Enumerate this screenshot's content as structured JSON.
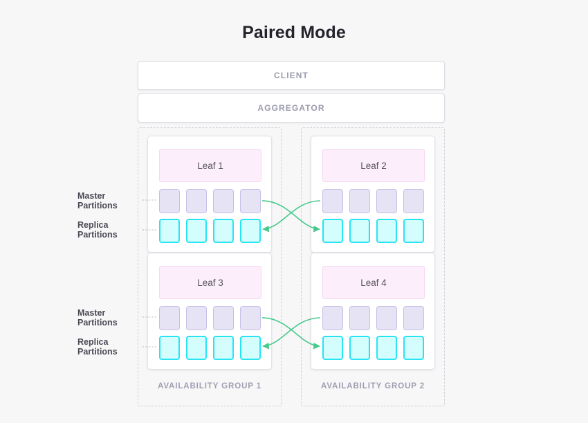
{
  "title": "Paired Mode",
  "topbars": [
    {
      "name": "client",
      "label": "CLIENT"
    },
    {
      "name": "aggregator",
      "label": "AGGREGATOR"
    }
  ],
  "annotations": {
    "master_line1": "Master",
    "master_line2": "Partitions",
    "replica_line1": "Replica",
    "replica_line2": "Partitions"
  },
  "groups": [
    {
      "label": "AVAILABILITY GROUP 1",
      "leaves": [
        {
          "label": "Leaf 1",
          "masters": 4,
          "replicas": 4
        },
        {
          "label": "Leaf 3",
          "masters": 4,
          "replicas": 4
        }
      ]
    },
    {
      "label": "AVAILABILITY GROUP 2",
      "leaves": [
        {
          "label": "Leaf 2",
          "masters": 4,
          "replicas": 4
        },
        {
          "label": "Leaf 4",
          "masters": 4,
          "replicas": 4
        }
      ]
    }
  ],
  "colors": {
    "background": "#f7f7f8",
    "title_text": "#23232c",
    "topbar_bg": "#ffffff",
    "topbar_border": "#dcdce2",
    "topbar_text": "#9b9bae",
    "group_border": "#cfcfd8",
    "group_label_text": "#9e9eb2",
    "card_bg": "#ffffff",
    "card_border": "#e2e2e8",
    "leaf_bg": "#fdeefb",
    "leaf_border": "#f7d6f2",
    "leaf_text": "#55555f",
    "master_bg": "#e6e3f5",
    "master_border": "#c6bfe8",
    "replica_bg": "#d4fdfd",
    "replica_border": "#27e4f5",
    "connector": "#46c98b",
    "leader_line": "#b4b4c0",
    "annotation_text": "#4a4a55"
  }
}
